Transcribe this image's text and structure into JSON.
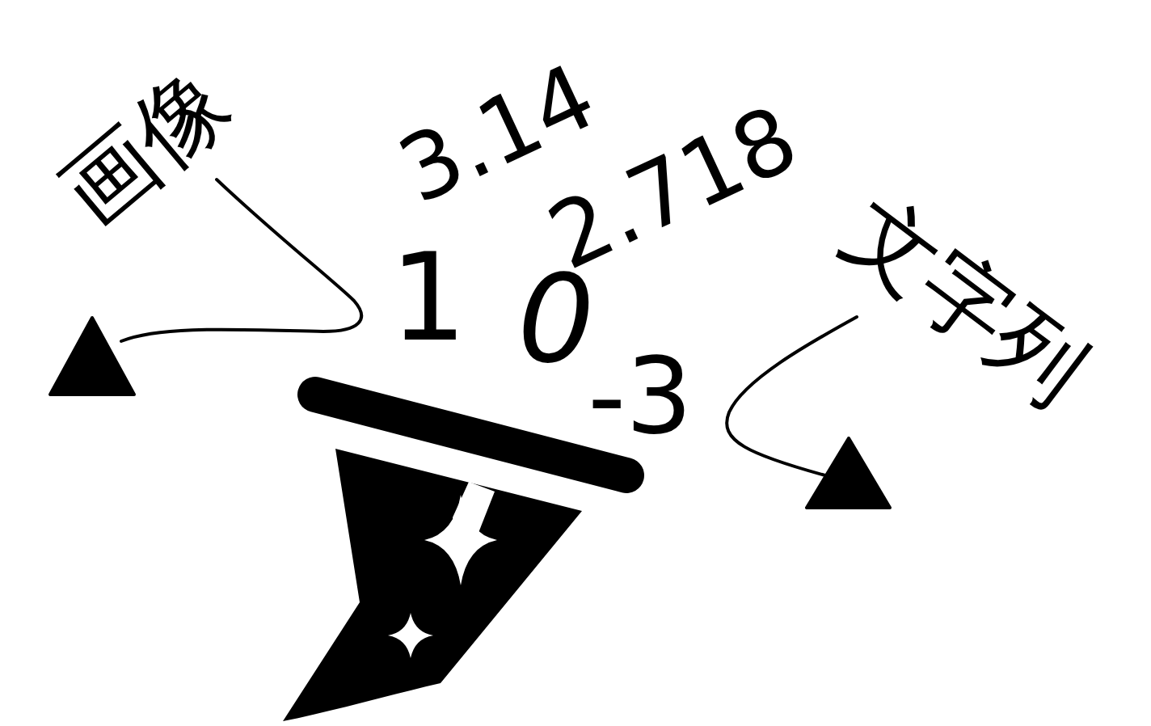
{
  "diagram": {
    "labels": [
      "画像",
      "3.14",
      "2.718",
      "文字列",
      "1",
      "0",
      "-3"
    ]
  }
}
